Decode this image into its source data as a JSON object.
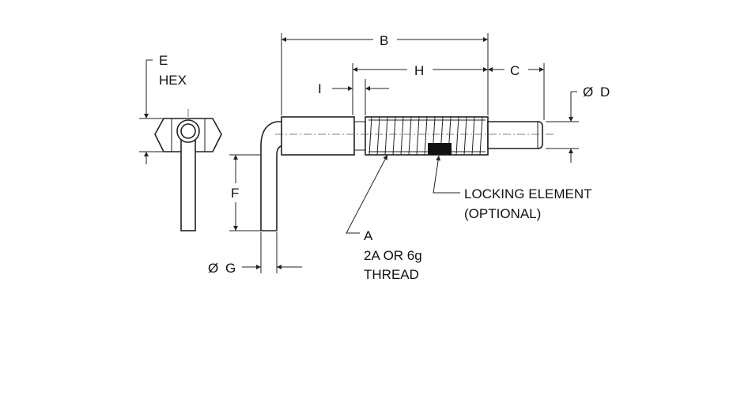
{
  "labels": {
    "b": "B",
    "h": "H",
    "c": "C",
    "i": "I",
    "d": "D",
    "d_symbol": "Ø",
    "e": "E",
    "hex": "HEX",
    "f": "F",
    "g": "G",
    "g_symbol": "Ø",
    "a": "A",
    "thread_class": "2A OR 6g",
    "thread": "THREAD",
    "locking_element": "LOCKING ELEMENT",
    "optional": "(OPTIONAL)"
  },
  "colors": {
    "line": "#222222",
    "locking_element": "#111111"
  }
}
